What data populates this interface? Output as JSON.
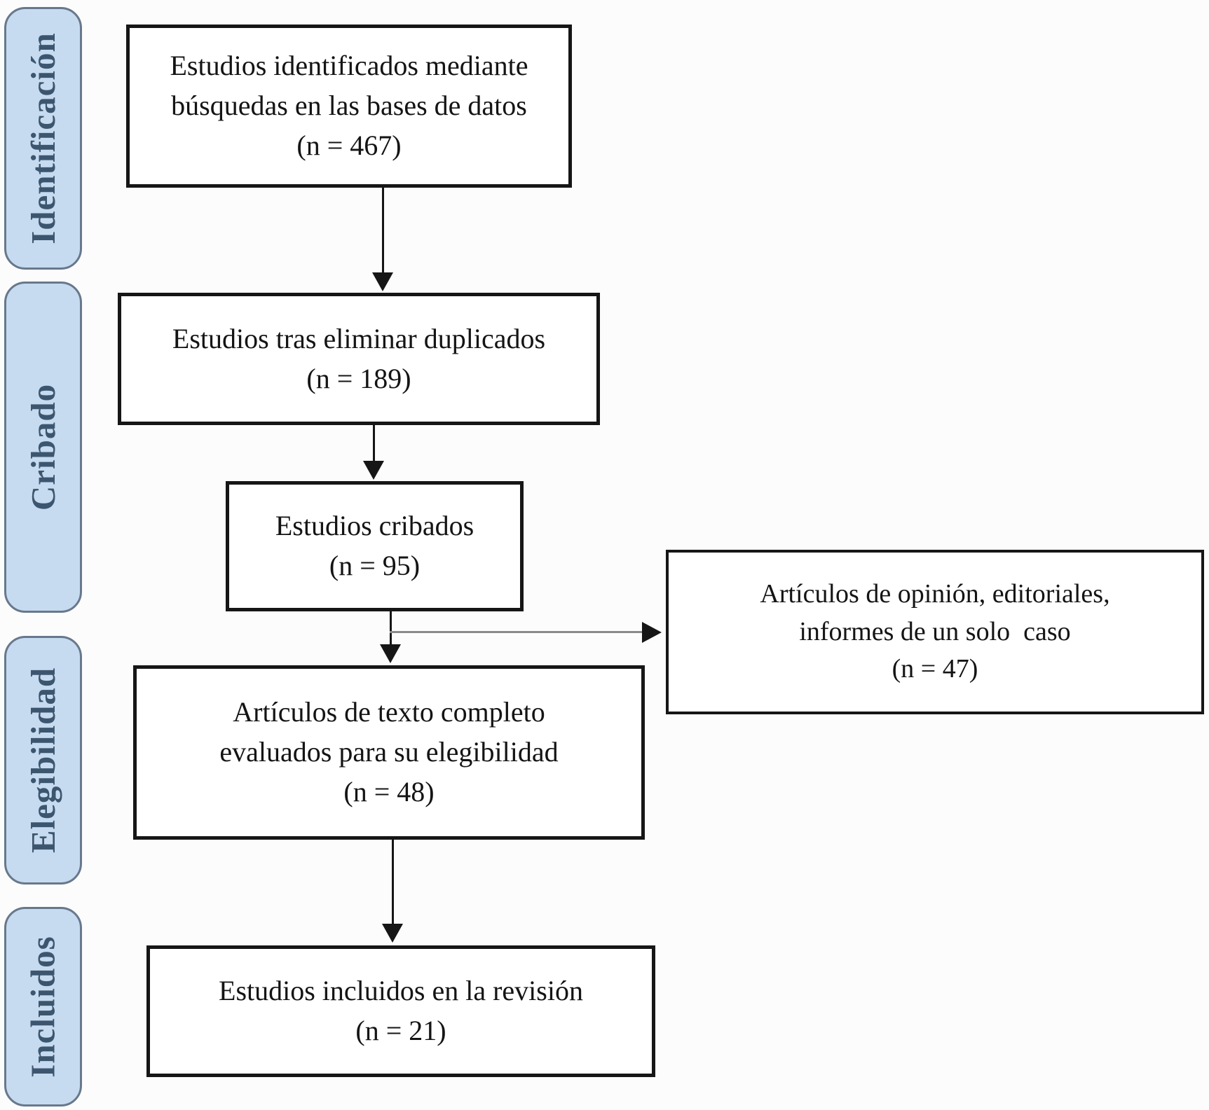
{
  "figure": {
    "kind": "prisma-flow-diagram",
    "language": "es"
  },
  "palette": {
    "background": "#fcfcfc",
    "box_fill": "#ffffff",
    "box_border": "#161616",
    "sidebar_fill": "#c6dbef",
    "sidebar_border": "#68788c",
    "sidebar_text": "#3d566f",
    "text": "#141414",
    "connector": "#161616",
    "connector_gray": "#8a8a8a"
  },
  "sidebar": {
    "stages": [
      {
        "label": "Identificación"
      },
      {
        "label": "Cribado"
      },
      {
        "label": "Elegibilidad"
      },
      {
        "label": "Incluidos"
      }
    ]
  },
  "boxes": {
    "identified": {
      "line1": "Estudios identificados mediante",
      "line2": "búsquedas en las bases de datos",
      "count": "(n = 467)"
    },
    "deduplicated": {
      "line1": "Estudios tras eliminar duplicados",
      "count": "(n = 189)"
    },
    "screened": {
      "line1": "Estudios cribados",
      "count": "(n = 95)"
    },
    "excluded": {
      "line1": "Artículos de opinión, editoriales,",
      "line2": "informes de un solo  caso",
      "count": "(n = 47)"
    },
    "fulltext_assessed": {
      "line1": "Artículos de texto completo",
      "line2": "evaluados para su elegibilidad",
      "count": "(n = 48)"
    },
    "included": {
      "line1": "Estudios incluidos en la revisión",
      "count": "(n = 21)"
    }
  }
}
